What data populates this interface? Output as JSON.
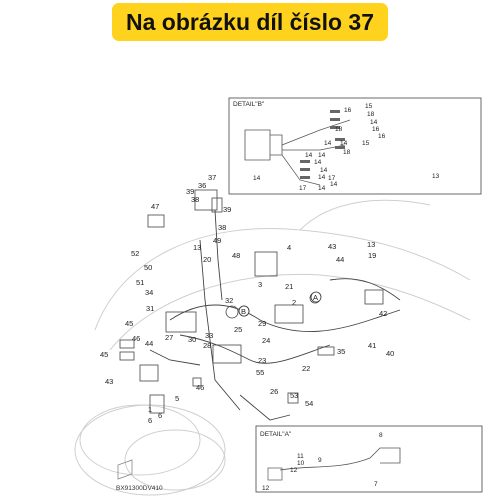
{
  "banner": {
    "text": "Na obrázku díl číslo 37",
    "color": "#ffd21e"
  },
  "detail_b": {
    "title": "DETAIL\"B\"",
    "labels": [
      "15",
      "16",
      "18",
      "18",
      "14",
      "16",
      "16",
      "15",
      "14",
      "14",
      "18",
      "14",
      "14",
      "14",
      "14",
      "14",
      "14",
      "14",
      "17",
      "14",
      "17",
      "13"
    ]
  },
  "detail_a": {
    "title": "DETAIL\"A\"",
    "labels": [
      "8",
      "11",
      "10",
      "9",
      "12",
      "12",
      "7"
    ]
  },
  "parts": {
    "main": [
      "37",
      "36",
      "39",
      "38",
      "39",
      "38",
      "47",
      "13",
      "20",
      "49",
      "48",
      "4",
      "3",
      "52",
      "50",
      "51",
      "34",
      "21",
      "2",
      "43",
      "44",
      "13",
      "19",
      "31",
      "29",
      "32",
      "25",
      "24",
      "45",
      "46",
      "44",
      "30",
      "28",
      "27",
      "33",
      "23",
      "22",
      "35",
      "41",
      "40",
      "42",
      "45",
      "43",
      "1",
      "5",
      "6",
      "6",
      "46",
      "26",
      "54",
      "53",
      "55"
    ],
    "markers": [
      "A",
      "B"
    ]
  },
  "diagram_code": "BX91300DV410"
}
